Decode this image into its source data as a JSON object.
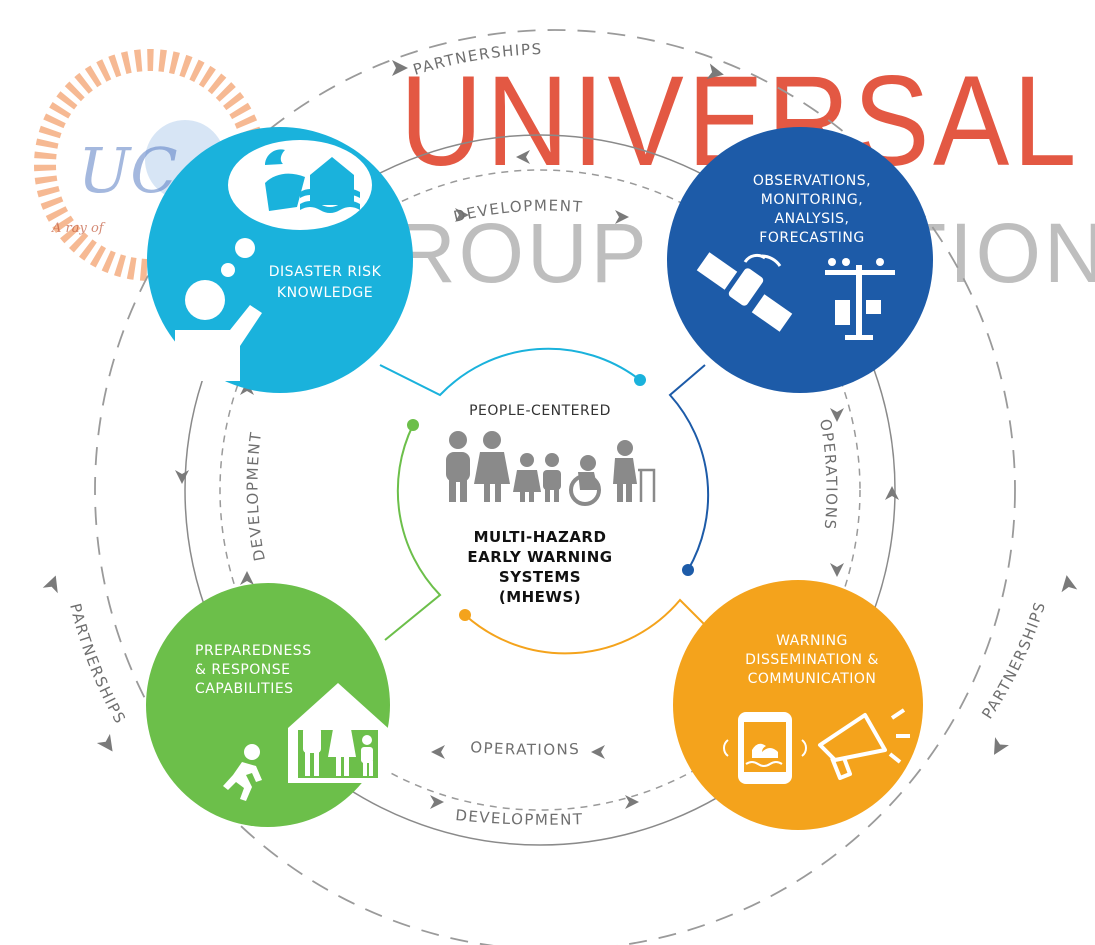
{
  "watermark": {
    "line1": "UNIVERSAL",
    "line2": "ROUP OF",
    "line3": "TIONS",
    "logo_text": "UC",
    "logo_tagline": "A ray of"
  },
  "outer_labels": {
    "top": "PARTNERSHIPS",
    "left": "PARTNERSHIPS",
    "right": "PARTNERSHIPS"
  },
  "inner_labels": {
    "top": "DEVELOPMENT",
    "left": "DEVELOPMENT",
    "right": "OPERATIONS",
    "bottom_inner": "OPERATIONS",
    "bottom_outer": "DEVELOPMENT"
  },
  "nodes": {
    "knowledge": {
      "lines": [
        "DISASTER RISK",
        "KNOWLEDGE"
      ],
      "color": "#1ab2dc"
    },
    "observations": {
      "lines": [
        "OBSERVATIONS,",
        "MONITORING,",
        "ANALYSIS,",
        "FORECASTING"
      ],
      "color": "#1d5ba8"
    },
    "preparedness": {
      "lines": [
        "PREPAREDNESS",
        "& RESPONSE",
        "CAPABILITIES"
      ],
      "color": "#6cbf4a"
    },
    "warning": {
      "lines": [
        "WARNING",
        "DISSEMINATION &",
        "COMMUNICATION"
      ],
      "color": "#f4a31c"
    }
  },
  "center": {
    "top": "PEOPLE-CENTERED",
    "title_lines": [
      "MULTI-HAZARD",
      "EARLY WARNING",
      "SYSTEMS",
      "(MHEWS)"
    ]
  },
  "icons": {
    "knowledge": [
      "thought-bubble-icon",
      "person-thinking-icon",
      "flood-house-icon"
    ],
    "observations": [
      "satellite-icon",
      "weather-station-icon"
    ],
    "preparedness": [
      "running-person-icon",
      "family-house-icon"
    ],
    "warning": [
      "phone-alert-icon",
      "megaphone-icon"
    ],
    "center": [
      "people-group-icon"
    ]
  }
}
